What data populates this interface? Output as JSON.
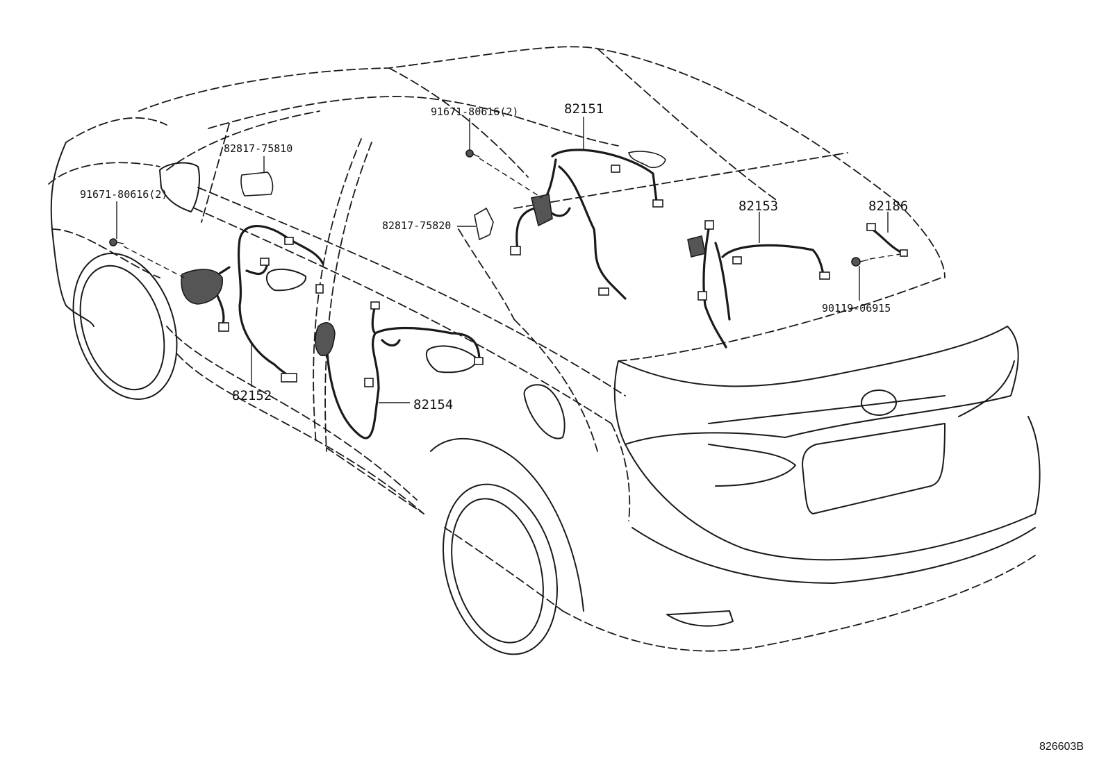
{
  "diagram": {
    "code": "826603B",
    "labels": {
      "p82151": "82151",
      "p82152": "82152",
      "p82153": "82153",
      "p82154": "82154",
      "p82186": "82186",
      "p91671_front": "91671-80616(2)",
      "p91671_rear": "91671-80616(2)",
      "p82817_75810": "82817-75810",
      "p82817_75820": "82817-75820",
      "p90119_06915": "90119-06915"
    }
  }
}
